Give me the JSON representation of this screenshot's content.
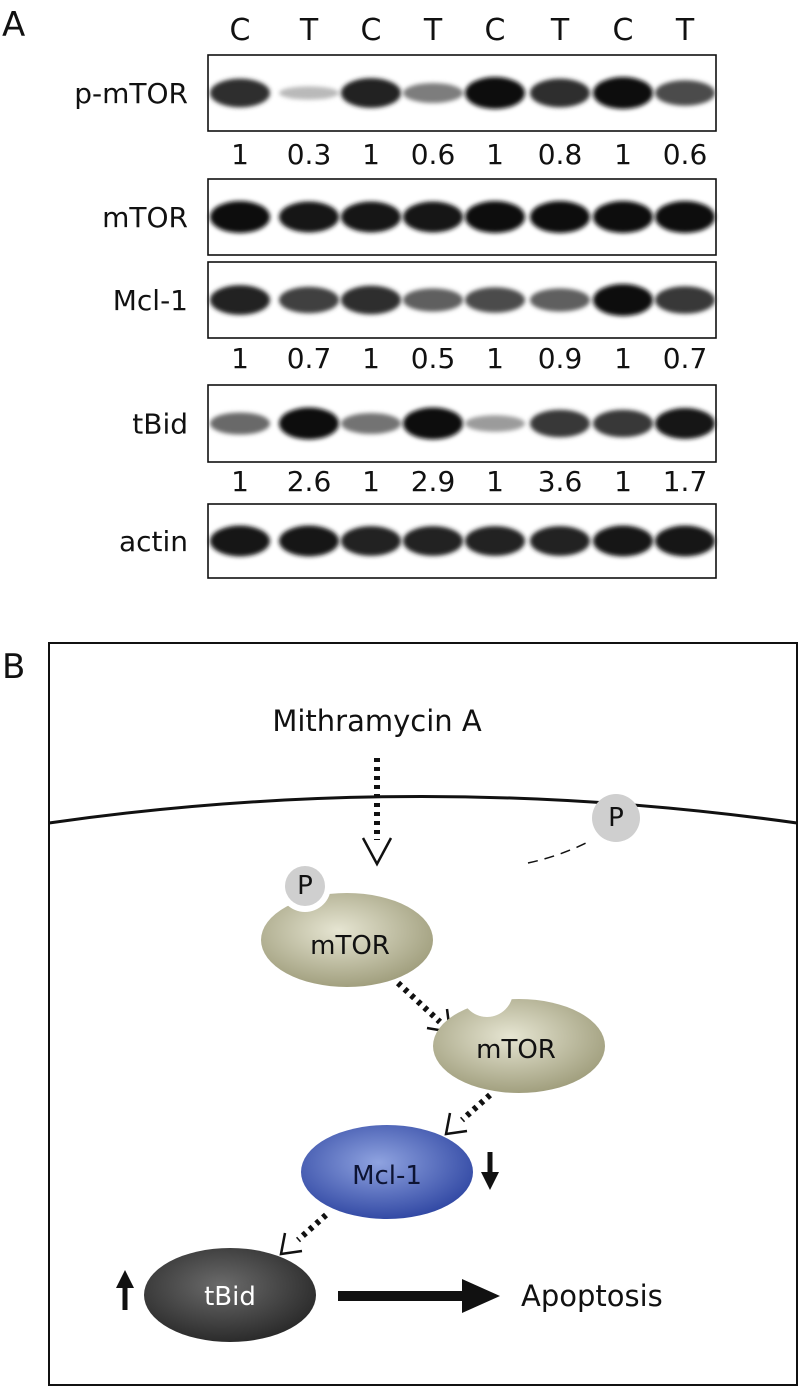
{
  "panels": {
    "a": "A",
    "b": "B"
  },
  "lanes": [
    "C",
    "T",
    "C",
    "T",
    "C",
    "T",
    "C",
    "T"
  ],
  "blots": [
    {
      "label": "p-mTOR",
      "quant": [
        "1",
        "0.3",
        "1",
        "0.6",
        "1",
        "0.8",
        "1",
        "0.6"
      ],
      "band_intensity": [
        0.85,
        0.15,
        0.9,
        0.45,
        1.0,
        0.85,
        1.0,
        0.7
      ]
    },
    {
      "label": "mTOR",
      "quant": [],
      "band_intensity": [
        1.0,
        0.95,
        0.95,
        0.95,
        1.0,
        1.0,
        1.0,
        1.0
      ]
    },
    {
      "label": "Mcl-1",
      "quant": [
        "1",
        "0.7",
        "1",
        "0.5",
        "1",
        "0.9",
        "1",
        "0.7"
      ],
      "band_intensity": [
        0.9,
        0.75,
        0.85,
        0.6,
        0.7,
        0.6,
        1.0,
        0.8
      ]
    },
    {
      "label": "tBid",
      "quant": [
        "1",
        "2.6",
        "1",
        "2.9",
        "1",
        "3.6",
        "1",
        "1.7"
      ],
      "band_intensity": [
        0.55,
        1.0,
        0.5,
        1.0,
        0.3,
        0.8,
        0.8,
        0.95
      ]
    },
    {
      "label": "actin",
      "quant": [],
      "band_intensity": [
        0.95,
        0.95,
        0.9,
        0.9,
        0.9,
        0.9,
        0.95,
        0.95
      ]
    }
  ],
  "pathway": {
    "drug": "Mithramycin A",
    "phospho": "P",
    "mtor": "mTOR",
    "mcl1": "Mcl-1",
    "tbid": "tBid",
    "outcome": "Apoptosis",
    "colors": {
      "mtor": "#b8b79a",
      "mcl1": "#4a63b8",
      "tbid": "#3d3d3d",
      "phospho": "#cfcfcf"
    }
  }
}
